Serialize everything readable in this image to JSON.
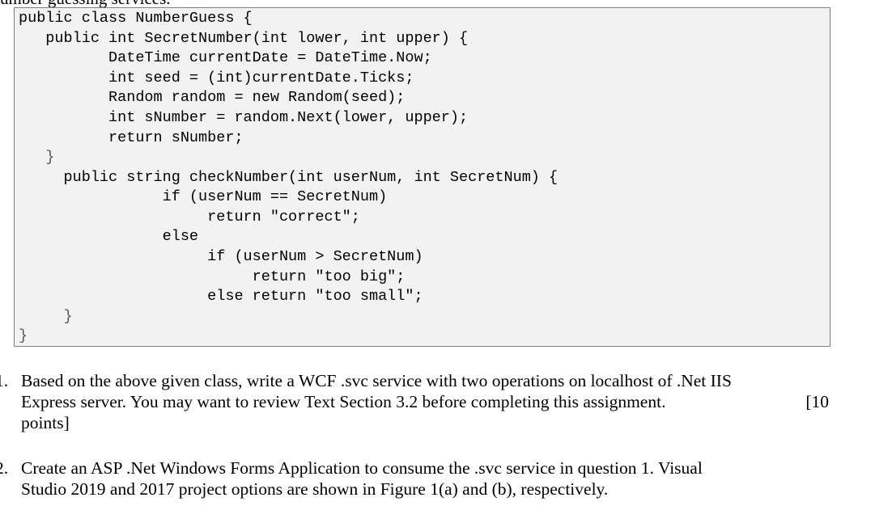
{
  "header_fragment": "umber guessing services.",
  "code": {
    "lines": [
      "public class NumberGuess {",
      "   public int SecretNumber(int lower, int upper) {",
      "          DateTime currentDate = DateTime.Now;",
      "          int seed = (int)currentDate.Ticks;",
      "          Random random = new Random(seed);",
      "          int sNumber = random.Next(lower, upper);",
      "          return sNumber;",
      "   }",
      "     public string checkNumber(int userNum, int SecretNum) {",
      "                if (userNum == SecretNum)",
      "                     return \"correct\";",
      "                else",
      "                     if (userNum > SecretNum)",
      "                          return \"too big\";",
      "                     else return \"too small\";",
      "     }",
      "}"
    ]
  },
  "questions": [
    {
      "number": "1.",
      "line1": "Based on the above given class, write a WCF .svc service with two operations on localhost of .Net IIS",
      "line2": "Express server. You may want to review Text Section 3.2 before completing this assignment.",
      "points_open": "[10",
      "line3": "points]"
    },
    {
      "number": "2.",
      "line1": "Create an ASP .Net Windows Forms Application to consume the .svc service in question 1. Visual",
      "line2": "Studio 2019 and 2017 project options are shown in Figure 1(a) and (b), respectively."
    }
  ]
}
